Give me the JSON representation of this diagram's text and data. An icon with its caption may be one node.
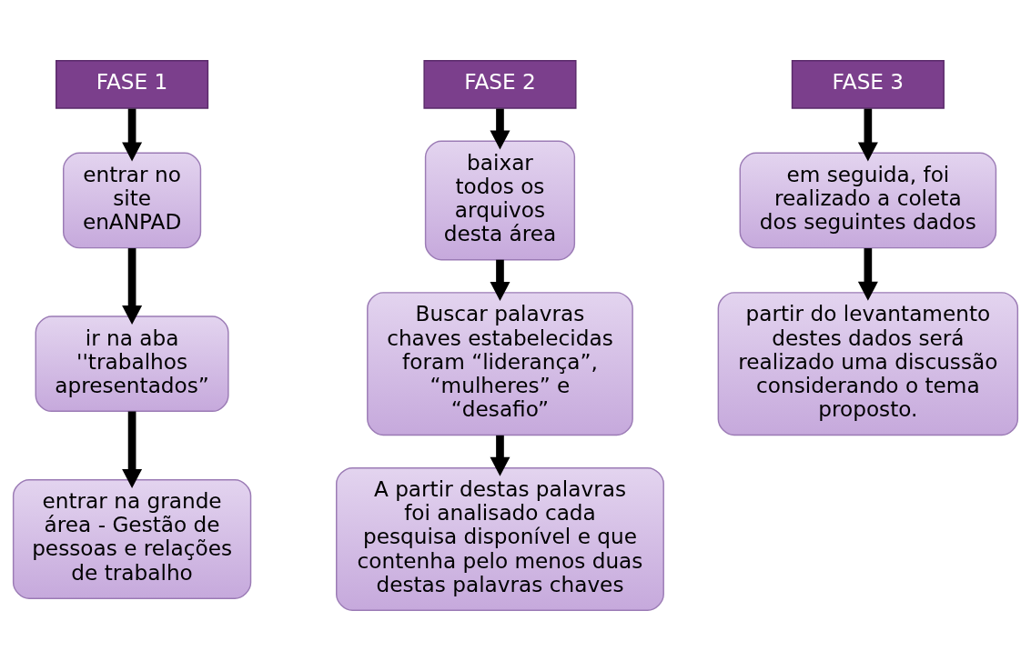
{
  "diagram": {
    "nodes": [
      {
        "text": [
          "FASE 1"
        ]
      },
      {
        "text": [
          "entrar no site enANPAD"
        ]
      },
      {
        "text": [
          "ir na aba ''trabalhos apresentados”"
        ]
      },
      {
        "text": [
          "entrar na grande área - Gestão de pessoas e relações de trabalho"
        ]
      },
      {
        "text": [
          "FASE 2"
        ]
      },
      {
        "text": [
          "baixar todos os arquivos desta área"
        ]
      },
      {
        "text": [
          "Buscar palavras chaves estabelecidas foram “liderança”, “mulheres” e “desafio”"
        ]
      },
      {
        "text": [
          "A partir destas palavras foi analisado cada pesquisa disponível e que contenha pelo menos duas destas palavras chaves"
        ]
      },
      {
        "text": [
          "FASE 3"
        ]
      },
      {
        "text": [
          "em seguida, foi realizado a coleta dos seguintes dados"
        ]
      },
      {
        "text": [
          "partir do levantamento destes dados será realizado uma discussão considerando o tema proposto."
        ]
      }
    ],
    "edges": [
      {
        "from": 0,
        "to": 1,
        "arrow": "to"
      },
      {
        "from": 1,
        "to": 2,
        "arrow": "to"
      },
      {
        "from": 2,
        "to": 3,
        "arrow": "to"
      },
      {
        "from": 4,
        "to": 5,
        "arrow": "to"
      },
      {
        "from": 5,
        "to": 6,
        "arrow": "to"
      },
      {
        "from": 6,
        "to": 7,
        "arrow": "to"
      },
      {
        "from": 8,
        "to": 9,
        "arrow": "to"
      },
      {
        "from": 9,
        "to": 10,
        "arrow": "to"
      }
    ]
  }
}
